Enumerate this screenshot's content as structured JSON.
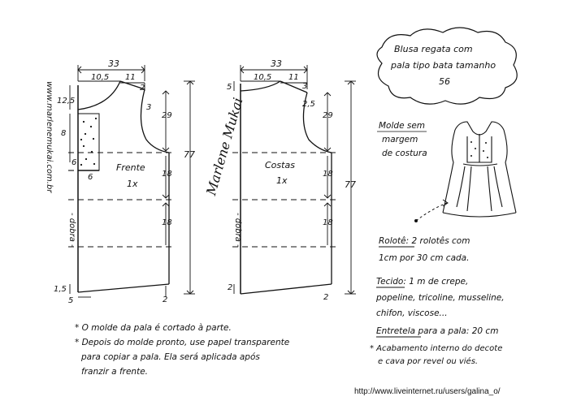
{
  "title": {
    "lines": [
      "Blusa regata com",
      "pala tipo bata tamanho",
      "56"
    ]
  },
  "note_no_seam": {
    "lines": [
      "Molde sem",
      "margem",
      "de costura"
    ]
  },
  "website_vertical": "www.marlenemukai.com.br",
  "front_panel": {
    "name": "Frente",
    "count": "1x",
    "dims": {
      "width_total": "33",
      "neck_width": "10,5",
      "shoulder": "11",
      "shoulder_drop": "2",
      "neck_depth": "12,5",
      "yoke_depth": "8",
      "armhole_depth": "29",
      "armhole_curve": "3",
      "yoke_width": "6",
      "yoke_height": "6",
      "bust_depth": "18",
      "waist_depth": "18",
      "hem_rise": "1,5",
      "hem_offset": "5",
      "total_length": "77",
      "side_bottom": "2"
    },
    "fold_label": "- dobra -"
  },
  "back_panel": {
    "name": "Costas",
    "count": "1x",
    "dims": {
      "width_total": "33",
      "neck_width": "10,5",
      "shoulder": "11",
      "neck_depth": "5",
      "shoulder_drop": "3",
      "armhole_depth": "29",
      "armhole_curve": "2,5",
      "bust_depth": "18",
      "waist_depth": "18",
      "total_length": "77",
      "side_bottom": "2",
      "hem_rise": "2"
    },
    "fold_label": "- dobra -"
  },
  "signature": "Marlene Mukai",
  "footnotes": [
    "* O molde da pala é cortado à parte.",
    "* Depois do molde pronto, use papel transparente",
    "para copiar a pala. Ela será aplicada após",
    "franzir a frente."
  ],
  "right_notes": {
    "rolote_lines": [
      "Rolotê: 2 rolotês com",
      "1cm por 30 cm cada."
    ],
    "tecido_lines": [
      "Tecido: 1 m de crepe,",
      "popeline, tricoline, musseline,",
      "chifon, viscose..."
    ],
    "entretela": "Entretela para a pala: 20 cm",
    "acabamento_lines": [
      "* Acabamento interno do decote",
      "e cava por revel ou viés."
    ]
  },
  "footer_url": "http://www.liveinternet.ru/users/galina_o/"
}
